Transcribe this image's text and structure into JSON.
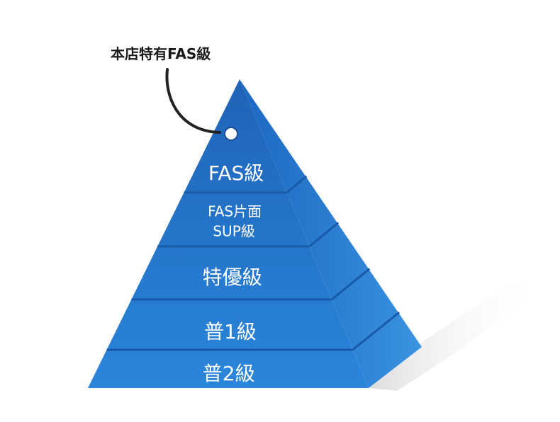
{
  "callout": {
    "text": "本店特有FAS級"
  },
  "tiers": [
    {
      "lines": [
        "FAS級"
      ]
    },
    {
      "lines": [
        "FAS片面",
        "SUP級"
      ]
    },
    {
      "lines": [
        "特優級"
      ]
    },
    {
      "lines": [
        "普1級"
      ]
    },
    {
      "lines": [
        "普2級"
      ]
    }
  ],
  "colors": {
    "front_top": "#1f63b8",
    "front_bottom": "#2a86db",
    "side_dark": "#1c67c2",
    "side_light": "#3a93e0",
    "divider": "#185aa8",
    "shadow": "#e6e6e6",
    "callout_line": "#222222"
  }
}
